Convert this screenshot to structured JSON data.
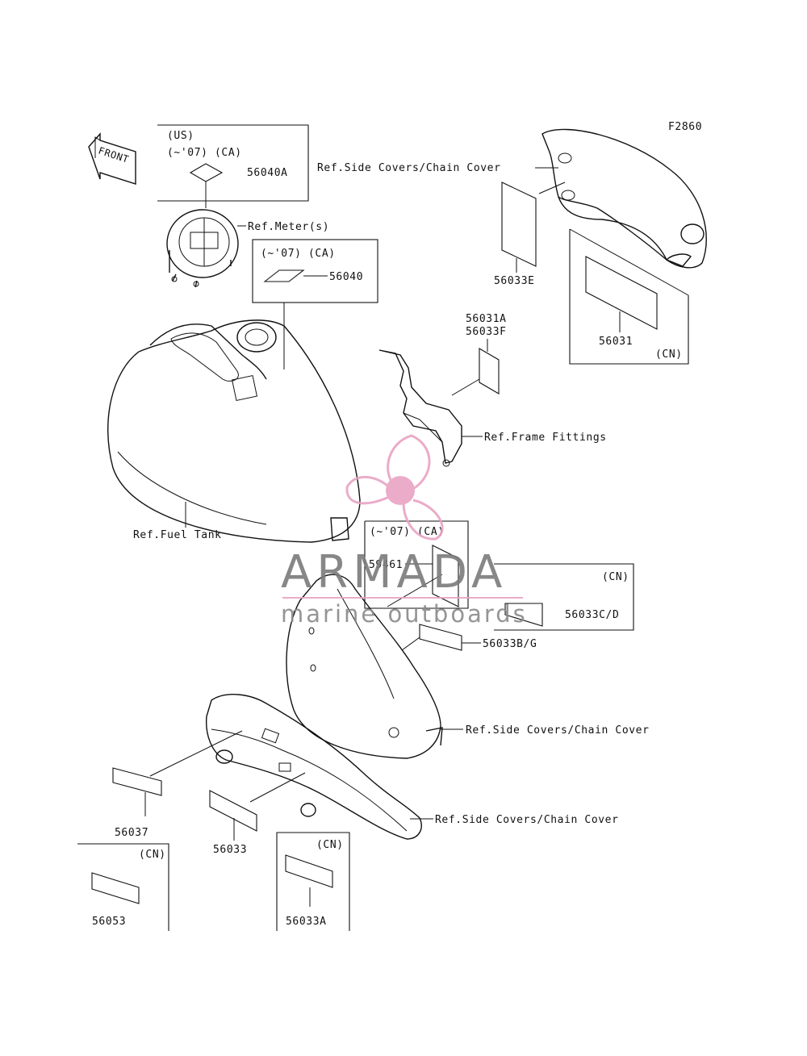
{
  "figure_code": "F2860",
  "front_arrow": "FRONT",
  "watermark": {
    "name": "ARMADA",
    "tagline": "marine outboards",
    "logo_color": "#e8a4c4",
    "text_color": "#7b7b7b"
  },
  "boxes": {
    "us_ca_tank": {
      "line1": "(US)",
      "line2": "(~'07) (CA)",
      "part": "56040A"
    },
    "ca_tank": {
      "line1": "(~'07) (CA)",
      "part": "56040"
    },
    "ca_side": {
      "line1": "(~'07) (CA)",
      "part": "59461"
    },
    "cn_rear": {
      "region": "(CN)",
      "part": "56031"
    },
    "cn_side": {
      "region": "(CN)",
      "part": "56033C/D"
    },
    "cn_bl": {
      "region": "(CN)",
      "part": "56053"
    },
    "cn_bc": {
      "region": "(CN)",
      "part": "56033A"
    }
  },
  "labels": {
    "ref_side_covers_top": "Ref.Side Covers/Chain Cover",
    "ref_meter": "Ref.Meter(s)",
    "ref_frame_fittings": "Ref.Frame Fittings",
    "ref_fuel_tank": "Ref.Fuel Tank",
    "ref_side_covers_mid": "Ref.Side Covers/Chain Cover",
    "ref_side_covers_low": "Ref.Side Covers/Chain Cover",
    "p56033E": "56033E",
    "p56031A": "56031A",
    "p56033F": "56033F",
    "p56033BG": "56033B/G",
    "p56037": "56037",
    "p56033": "56033"
  }
}
